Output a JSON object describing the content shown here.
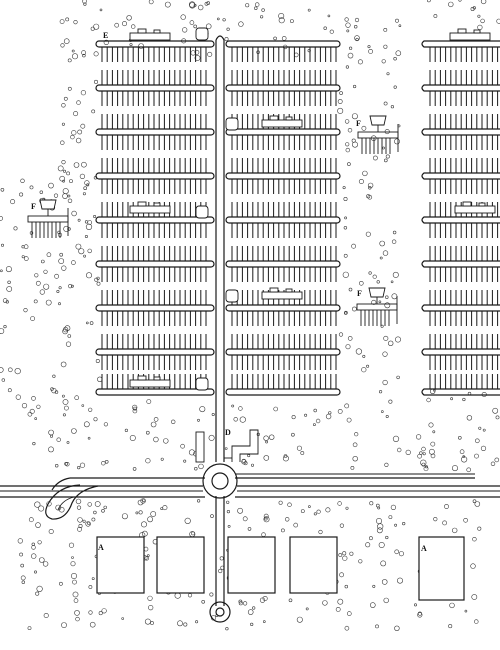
{
  "labels": {
    "a_left": "A",
    "a_right": "A",
    "d_label": "D",
    "e_label": "E",
    "f_left": "F",
    "f_right_upper": "F",
    "f_right_lower": "F"
  }
}
